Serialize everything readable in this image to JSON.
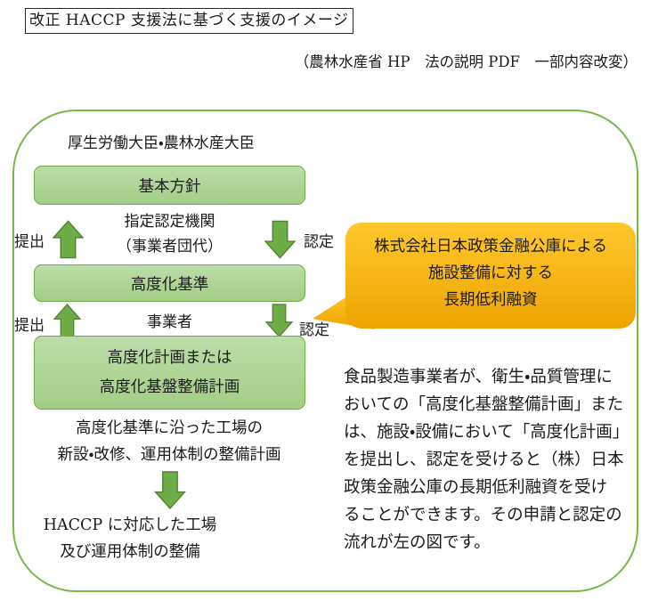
{
  "title": "改正 HACCP 支援法に基づく支援のイメージ",
  "subtitle": "（農林水産省 HP　法の説明 PDF　一部内容改変）",
  "flow": {
    "authority_label": "厚生労働大臣・農林水産大臣",
    "basic_policy_box": "基本方針",
    "row1": {
      "submit_label": "提出",
      "center_label": "指定認定機関\n（事業者団代）",
      "certify_label": "認定"
    },
    "standard_box": "高度化基準",
    "row2": {
      "submit_label": "提出",
      "center_label": "事業者",
      "certify_label": "認定"
    },
    "plan_box": "高度化計画または\n高度化基盤整備計画",
    "plan_note": "高度化基準に沿った工場の\n新設・改修、運用体制の整備計画",
    "result_note": "HACCP に対応した工場\n及び運用体制の整備"
  },
  "callout": {
    "text": "株式会社日本政策金融公庫による\n施設整備に対する\n長期低利融資"
  },
  "description": "食品製造事業者が、衛生・品質管理に\nおいての「高度化基盤整備計画」また\nは、施設・設備において「高度化計画」\nを提出し、認定を受けると（株）日本\n政策金融公庫の長期低利融資を受け\nることができます。その申請と認定の\n流れが左の図です。",
  "icons": {
    "up_arrow": "block-arrow-up",
    "down_arrow": "block-arrow-down"
  },
  "colors": {
    "green-box-fill-top": "#BCDDA9",
    "green-box-fill-bottom": "#A3CD86",
    "green-box-border": "#70AD47",
    "outer-border": "#76B947",
    "arrow-fill": "#6EAC45",
    "arrow-stroke": "#538135",
    "callout-top": "#FFC82E",
    "callout-bottom": "#EDA400",
    "text": "#1b1b1b",
    "title-border": "#2b2b2b"
  }
}
